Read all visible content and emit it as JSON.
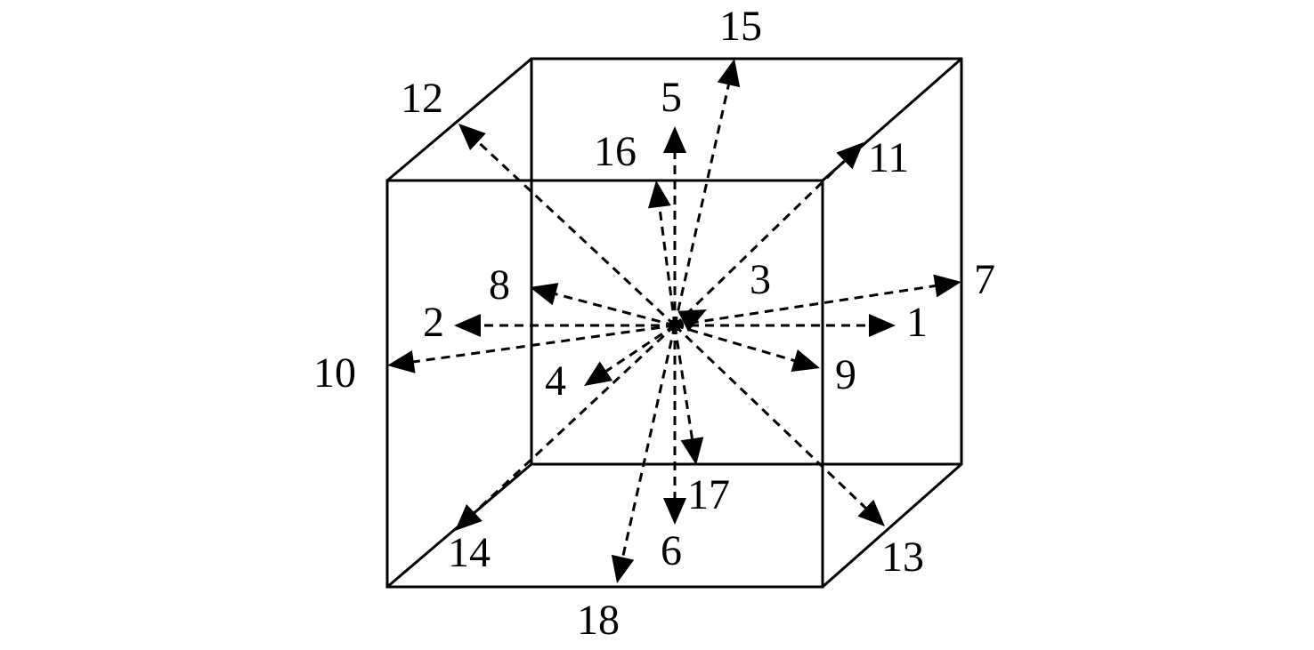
{
  "diagram": {
    "stroke_color": "#000000",
    "background": "#ffffff",
    "directions": [
      {
        "id": "1",
        "label": "1"
      },
      {
        "id": "2",
        "label": "2"
      },
      {
        "id": "3",
        "label": "3"
      },
      {
        "id": "4",
        "label": "4"
      },
      {
        "id": "5",
        "label": "5"
      },
      {
        "id": "6",
        "label": "6"
      },
      {
        "id": "7",
        "label": "7"
      },
      {
        "id": "8",
        "label": "8"
      },
      {
        "id": "9",
        "label": "9"
      },
      {
        "id": "10",
        "label": "10"
      },
      {
        "id": "11",
        "label": "11"
      },
      {
        "id": "12",
        "label": "12"
      },
      {
        "id": "13",
        "label": "13"
      },
      {
        "id": "14",
        "label": "14"
      },
      {
        "id": "15",
        "label": "15"
      },
      {
        "id": "16",
        "label": "16"
      },
      {
        "id": "17",
        "label": "17"
      },
      {
        "id": "18",
        "label": "18"
      }
    ]
  }
}
